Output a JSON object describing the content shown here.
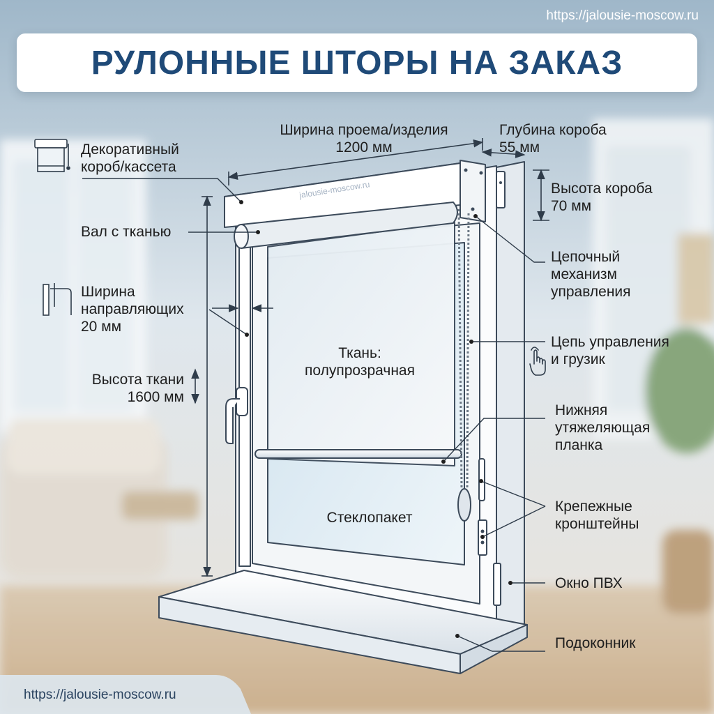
{
  "watermark_top_url": "https://jalousie-moscow.ru",
  "title": "РУЛОННЫЕ ШТОРЫ НА ЗАКАЗ",
  "box_watermark": "jalousie-moscow.ru",
  "labels": {
    "width": {
      "line1": "Ширина проема/изделия",
      "line2": "1200 мм"
    },
    "depth": {
      "line1": "Глубина короба",
      "line2": "55 мм"
    },
    "box_height": {
      "line1": "Высота короба",
      "line2": "70 мм"
    },
    "decor_box": {
      "line1": "Декоративный",
      "line2": "короб/кассета"
    },
    "roller": {
      "line1": "Вал с тканью"
    },
    "chain_mech": {
      "line1": "Цепочный",
      "line2": "механизм",
      "line3": "управления"
    },
    "guide_width": {
      "line1": "Ширина",
      "line2": "направляющих",
      "line3": "20 мм"
    },
    "chain_weight": {
      "line1": "Цепь управления",
      "line2": "и грузик"
    },
    "fabric": {
      "line1": "Ткань:",
      "line2": "полупрозрачная"
    },
    "fabric_height": {
      "line1": "Высота ткани",
      "line2": "1600 мм"
    },
    "bottom_bar": {
      "line1": "Нижняя",
      "line2": "утяжеляющая",
      "line3": "планка"
    },
    "glass": {
      "line1": "Стеклопакет"
    },
    "brackets": {
      "line1": "Крепежные",
      "line2": "кронштейны"
    },
    "pvc": {
      "line1": "Окно ПВХ"
    },
    "sill": {
      "line1": "Подоконник"
    }
  },
  "footer_url": "https://jalousie-moscow.ru",
  "colors": {
    "title": "#1f4a78",
    "text": "#1e1e1e",
    "frame": "#fbfcfd",
    "stroke": "#3c4a5a"
  }
}
